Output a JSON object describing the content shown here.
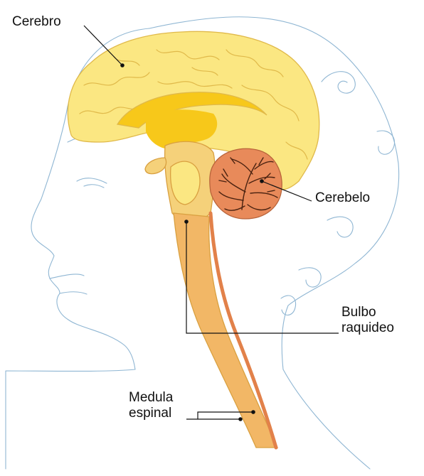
{
  "labels": {
    "cerebro": "Cerebro",
    "cerebelo": "Cerebelo",
    "bulbo_line1": "Bulbo",
    "bulbo_line2": "raquideo",
    "medula_line1": "Medula",
    "medula_line2": "espinal"
  },
  "colors": {
    "outline": "#8fb6d3",
    "brain": "#fbe782",
    "brain_stroke": "#e0b94a",
    "inner": "#f7c81a",
    "stem": "#f5d17a",
    "stem_stroke": "#d9a040",
    "spinal": "#f2b766",
    "cord_vessel": "#e2814a",
    "cerebellum": "#e88a5a",
    "arbor": "#4a2210",
    "leader": "#111111"
  }
}
